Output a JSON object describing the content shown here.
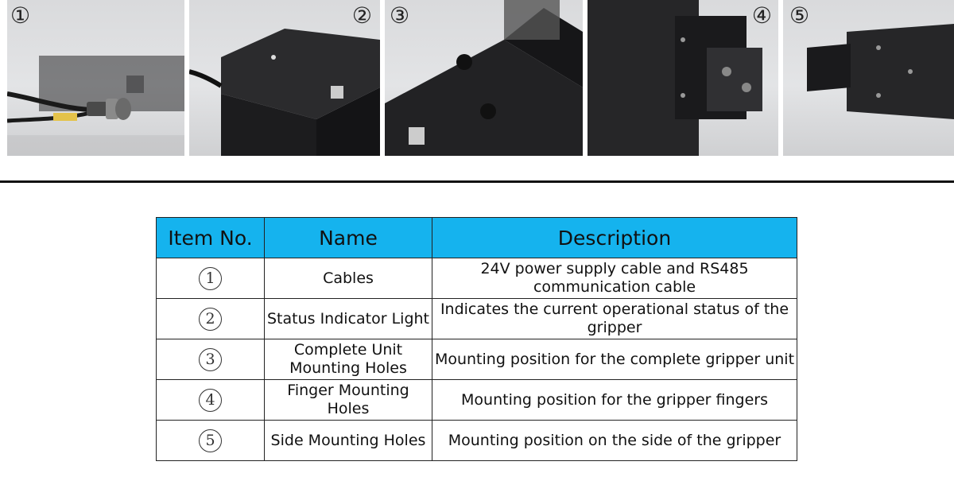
{
  "photos": [
    {
      "number": "①",
      "icon": "cable-connector-photo"
    },
    {
      "number": "②",
      "icon": "indicator-light-photo"
    },
    {
      "number": "③",
      "icon": "unit-mounting-photo"
    },
    {
      "number": "④",
      "icon": "finger-mounting-photo"
    },
    {
      "number": "⑤",
      "icon": "side-mounting-photo"
    }
  ],
  "table": {
    "headers": [
      "Item No.",
      "Name",
      "Description"
    ],
    "rows": [
      {
        "no": "1",
        "name": "Cables",
        "desc": "24V power supply cable and RS485 communication cable"
      },
      {
        "no": "2",
        "name": "Status Indicator Light",
        "desc": "Indicates the current operational status of the gripper"
      },
      {
        "no": "3",
        "name": "Complete Unit Mounting Holes",
        "desc": "Mounting position for the complete gripper unit"
      },
      {
        "no": "4",
        "name": "Finger Mounting Holes",
        "desc": "Mounting position for the gripper fingers"
      },
      {
        "no": "5",
        "name": "Side Mounting Holes",
        "desc": "Mounting position on the side of the gripper"
      }
    ]
  },
  "colors": {
    "header_bg": "#15b3ee",
    "body_color": "#111111"
  }
}
